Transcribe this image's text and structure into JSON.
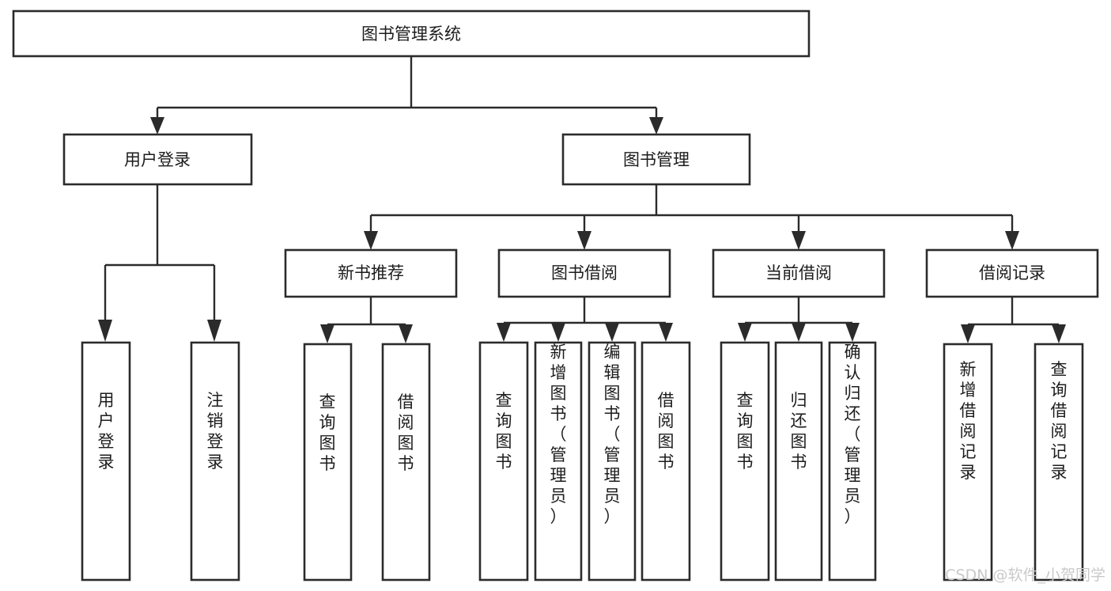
{
  "diagram": {
    "type": "tree",
    "title": "图书管理系统",
    "orientation": "top-down",
    "root": {
      "id": "root",
      "label": "图书管理系统",
      "orientation": "horizontal"
    },
    "level2": [
      {
        "id": "user-login",
        "label": "用户登录",
        "orientation": "horizontal"
      },
      {
        "id": "book-manage",
        "label": "图书管理",
        "orientation": "horizontal"
      }
    ],
    "level3": [
      {
        "id": "new-book-recommend",
        "label": "新书推荐",
        "parent": "book-manage",
        "orientation": "horizontal"
      },
      {
        "id": "book-borrow",
        "label": "图书借阅",
        "parent": "book-manage",
        "orientation": "horizontal"
      },
      {
        "id": "current-borrow",
        "label": "当前借阅",
        "parent": "book-manage",
        "orientation": "horizontal"
      },
      {
        "id": "borrow-record",
        "label": "借阅记录",
        "parent": "book-manage",
        "orientation": "horizontal"
      }
    ],
    "leaves": [
      {
        "id": "leaf-user-login",
        "label": "用户登录",
        "parent": "user-login",
        "orientation": "vertical"
      },
      {
        "id": "leaf-user-logout",
        "label": "注销登录",
        "parent": "user-login",
        "orientation": "vertical"
      },
      {
        "id": "leaf-query-book-1",
        "label": "查询图书",
        "parent": "new-book-recommend",
        "orientation": "vertical"
      },
      {
        "id": "leaf-borrow-book-1",
        "label": "借阅图书",
        "parent": "new-book-recommend",
        "orientation": "vertical"
      },
      {
        "id": "leaf-query-book-2",
        "label": "查询图书",
        "parent": "book-borrow",
        "orientation": "vertical"
      },
      {
        "id": "leaf-add-book",
        "label": "新增图书（管理员）",
        "parent": "book-borrow",
        "orientation": "vertical"
      },
      {
        "id": "leaf-edit-book",
        "label": "编辑图书（管理员）",
        "parent": "book-borrow",
        "orientation": "vertical"
      },
      {
        "id": "leaf-borrow-book-2",
        "label": "借阅图书",
        "parent": "book-borrow",
        "orientation": "vertical"
      },
      {
        "id": "leaf-query-book-3",
        "label": "查询图书",
        "parent": "current-borrow",
        "orientation": "vertical"
      },
      {
        "id": "leaf-return-book",
        "label": "归还图书",
        "parent": "current-borrow",
        "orientation": "vertical"
      },
      {
        "id": "leaf-confirm-return",
        "label": "确认归还（管理员）",
        "parent": "current-borrow",
        "orientation": "vertical"
      },
      {
        "id": "leaf-add-record",
        "label": "新增借阅记录",
        "parent": "borrow-record",
        "orientation": "vertical"
      },
      {
        "id": "leaf-query-record",
        "label": "查询借阅记录",
        "parent": "borrow-record",
        "orientation": "vertical"
      }
    ],
    "colors": {
      "box_stroke": "#2b2b2b",
      "box_fill": "#ffffff",
      "connector": "#2b2b2b",
      "text": "#1c1c1c",
      "background": "#ffffff",
      "watermark": "#c9c9c9"
    }
  },
  "watermark": {
    "text": "CSDN @软件_小贺同学"
  }
}
